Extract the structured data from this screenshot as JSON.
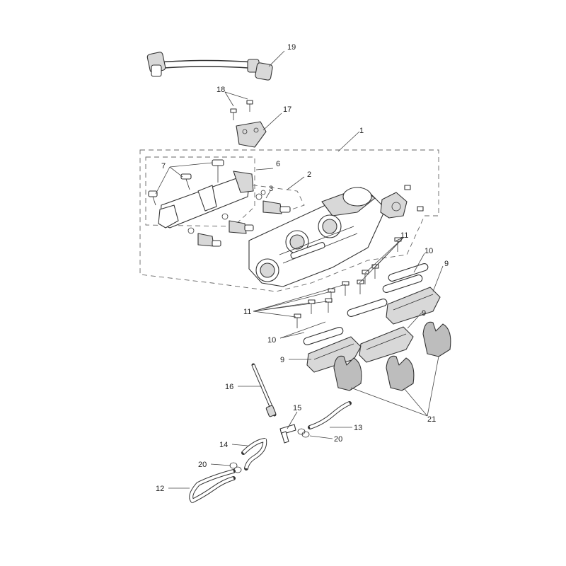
{
  "callouts": {
    "c1": "1",
    "c2": "2",
    "c3": "3",
    "c6": "6",
    "c7": "7",
    "c9a": "9",
    "c9b": "9",
    "c9c": "9",
    "c10a": "10",
    "c10b": "10",
    "c11a": "11",
    "c11b": "11",
    "c12": "12",
    "c13": "13",
    "c14": "14",
    "c15": "15",
    "c16": "16",
    "c17": "17",
    "c18": "18",
    "c19": "19",
    "c20a": "20",
    "c20b": "20",
    "c21": "21"
  }
}
